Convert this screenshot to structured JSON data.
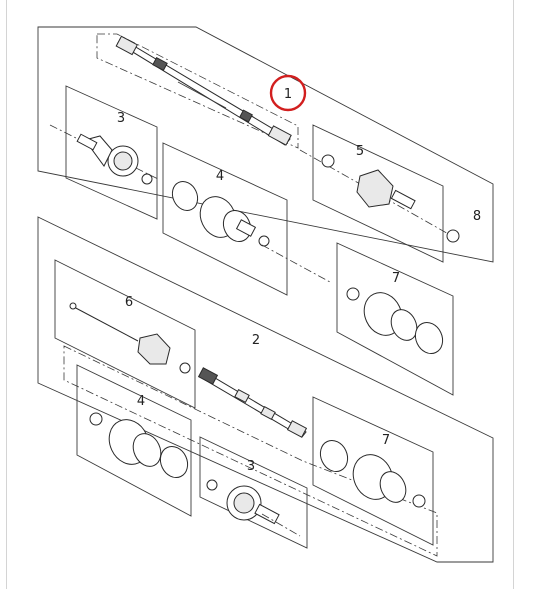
{
  "diagram": {
    "highlight_color": "#d21f1f",
    "line_color": "#3a3a3a",
    "callouts": {
      "c1": "1",
      "c2": "2",
      "c3a": "3",
      "c3b": "3",
      "c4a": "4",
      "c4b": "4",
      "c5": "5",
      "c6": "6",
      "c7a": "7",
      "c7b": "7",
      "c8": "8"
    }
  }
}
